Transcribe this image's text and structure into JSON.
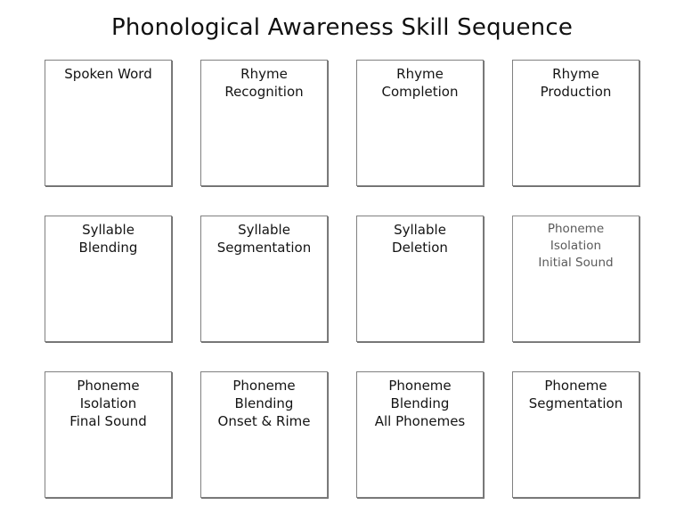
{
  "page": {
    "title": "Phonological Awareness Skill Sequence"
  },
  "colors": {
    "background": "#ffffff",
    "box_border": "#808080",
    "box_fill": "#ffffff",
    "text": "#141414",
    "muted_text": "#5a5a5a"
  },
  "grid": {
    "columns": 4,
    "rows": 3,
    "boxes": [
      {
        "id": "spoken-word",
        "lines": [
          "Spoken Word"
        ],
        "muted": false
      },
      {
        "id": "rhyme-recognition",
        "lines": [
          "Rhyme",
          "Recognition"
        ],
        "muted": false
      },
      {
        "id": "rhyme-completion",
        "lines": [
          "Rhyme",
          "Completion"
        ],
        "muted": false
      },
      {
        "id": "rhyme-production",
        "lines": [
          "Rhyme",
          "Production"
        ],
        "muted": false
      },
      {
        "id": "syllable-blending",
        "lines": [
          "Syllable",
          "Blending"
        ],
        "muted": false
      },
      {
        "id": "syllable-segmentation",
        "lines": [
          "Syllable",
          "Segmentation"
        ],
        "muted": false
      },
      {
        "id": "syllable-deletion",
        "lines": [
          "Syllable",
          "Deletion"
        ],
        "muted": false
      },
      {
        "id": "phoneme-isolation-initial-sound",
        "lines": [
          "Phoneme",
          "Isolation",
          "Initial Sound"
        ],
        "muted": true
      },
      {
        "id": "phoneme-isolation-final-sound",
        "lines": [
          "Phoneme",
          "Isolation",
          "Final Sound"
        ],
        "muted": false
      },
      {
        "id": "phoneme-blending-onset-rime",
        "lines": [
          "Phoneme",
          "Blending",
          "Onset & Rime"
        ],
        "muted": false
      },
      {
        "id": "phoneme-blending-all-phonemes",
        "lines": [
          "Phoneme",
          "Blending",
          "All Phonemes"
        ],
        "muted": false
      },
      {
        "id": "phoneme-segmentation",
        "lines": [
          "Phoneme",
          "Segmentation"
        ],
        "muted": false
      }
    ]
  }
}
